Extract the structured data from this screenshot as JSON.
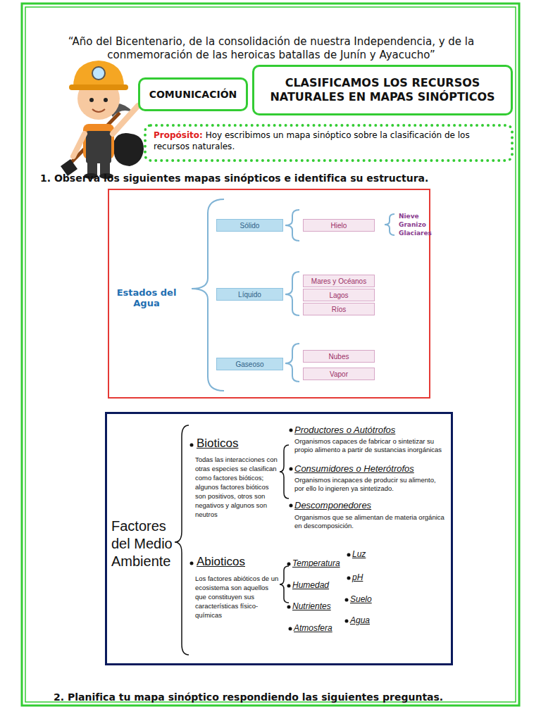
{
  "diagram": {
    "nodes": [
      {
        "text": [
          "COMUNICACIÓN"
        ]
      },
      {
        "text": [
          "CLASIFICAMOS LOS RECURSOS NATURALES EN MAPAS SINÓPTICOS"
        ]
      },
      {
        "text": [
          "Propósito:",
          "Hoy escribimos un mapa sinóptico sobre la clasificación de los recursos naturales."
        ]
      },
      {
        "text": [
          "Sólido"
        ]
      },
      {
        "text": [
          "Hielo"
        ]
      },
      {
        "text": [
          "Líquido"
        ]
      },
      {
        "text": [
          "Mares y Océanos"
        ]
      },
      {
        "text": [
          "Lagos"
        ]
      },
      {
        "text": [
          "Ríos"
        ]
      },
      {
        "text": [
          "Gaseoso"
        ]
      },
      {
        "text": [
          "Nubes"
        ]
      },
      {
        "text": [
          "Vapor"
        ]
      }
    ],
    "labels": [
      "“Año del Bicentenario, de la consolidación de nuestra Independencia, y de la conmemoración de las heroicas batallas de Junín y Ayacucho”",
      "1. Observa los siguientes mapas sinópticos e identifica su estructura.",
      "Estados del Agua",
      "Nieve",
      "Granizo",
      "Glaciares",
      "Factores del Medio Ambiente",
      "Bioticos",
      "Todas las interacciones con otras especies se clasifican como factores bióticos; algunos factores bióticos son positivos, otros son negativos y algunos son neutros",
      "Productores o Autótrofos",
      "Organismos capaces de fabricar o sintetizar su propio alimento a partir de sustancias inorgánicas",
      "Consumidores o Heterótrofos",
      "Organismos incapaces de producir su alimento, por ello lo ingieren ya sintetizado.",
      "Descomponedores",
      "Organismos que se alimentan de materia orgánica en descomposición.",
      "Abioticos",
      "Los factores abióticos de un ecosistema son aquellos que constituyen sus características físico-químicas",
      "Temperatura",
      "Humedad",
      "Nutrientes",
      "Atmosfera",
      "Luz",
      "pH",
      "Suelo",
      "Agua",
      "2. Planifica tu mapa sinóptico respondiendo las siguientes preguntas."
    ]
  }
}
